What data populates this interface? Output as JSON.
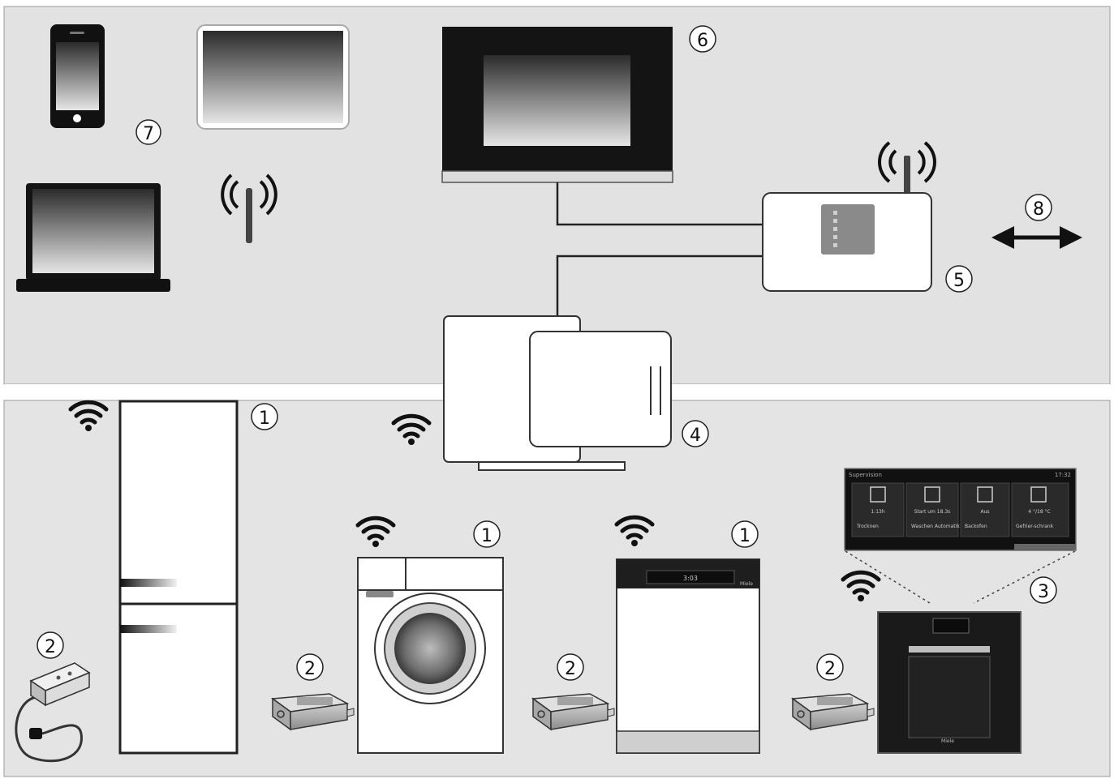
{
  "callouts": {
    "n1": "1",
    "n2": "2",
    "n3": "3",
    "n4": "4",
    "n5": "5",
    "n6": "6",
    "n7": "7",
    "n8": "8"
  },
  "oven_panel": {
    "title": "Supervision",
    "time": "17:32",
    "tiles": [
      {
        "line1": "1:13h",
        "line2": "Trocknen"
      },
      {
        "line1": "Start um 18.3s",
        "line2": "Waschen Automatik"
      },
      {
        "line1": "Aus",
        "line2": "Backofen"
      },
      {
        "line1": "4 °/18 °C",
        "line2": "Gefrier-schrank"
      }
    ]
  },
  "dishwasher_display": "3:03",
  "brand_label": "Miele",
  "colors": {
    "upper_zone": "#e2e2e2",
    "lower_zone": "#e4e4e4",
    "divider": "#ffffff",
    "line": "#222222",
    "screen_dark": "#1a1a1a",
    "appliance_body": "#ffffff"
  },
  "icons": {
    "smartphone": "smartphone-icon",
    "tablet": "tablet-icon",
    "laptop": "laptop-icon",
    "tv": "tv-monitor-icon",
    "router": "router-icon",
    "gateway": "gateway-icon",
    "antenna": "antenna-icon",
    "wifi": "wifi-icon",
    "arrow": "double-arrow-icon"
  }
}
